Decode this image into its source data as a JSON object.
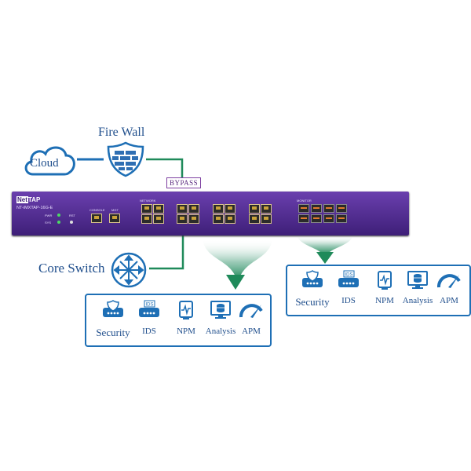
{
  "labels": {
    "firewall": "Fire Wall",
    "cloud": "Cloud",
    "core_switch": "Core Switch",
    "bypass": "BYPASS"
  },
  "device": {
    "brand_net": "Net",
    "brand_tap": "TAP",
    "model": "NT-iMXTAP-16G-E",
    "pwr": "PWR",
    "sys": "SYS",
    "rst": "RST",
    "console": "CONSOLE",
    "mgt": "MGT",
    "network": "NETWORK",
    "monitor": "MONITOR"
  },
  "tool_groups": [
    {
      "tools": [
        {
          "icon": "security-appliance-icon",
          "label": "Security"
        },
        {
          "icon": "ids-appliance-icon",
          "label": "IDS"
        },
        {
          "icon": "npm-monitor-icon",
          "label": "NPM"
        },
        {
          "icon": "analysis-database-icon",
          "label": "Analysis"
        },
        {
          "icon": "apm-gauge-icon",
          "label": "APM"
        }
      ]
    },
    {
      "tools": [
        {
          "icon": "security-appliance-icon",
          "label": "Security"
        },
        {
          "icon": "ids-appliance-icon",
          "label": "IDS"
        },
        {
          "icon": "npm-monitor-icon",
          "label": "NPM"
        },
        {
          "icon": "analysis-database-icon",
          "label": "Analysis"
        },
        {
          "icon": "apm-gauge-icon",
          "label": "APM"
        }
      ]
    }
  ],
  "colors": {
    "link_blue": "#1e6fb5",
    "link_green": "#1f8a5a",
    "device_purple": "#4b2889",
    "text_blue": "#1f4e8c"
  }
}
